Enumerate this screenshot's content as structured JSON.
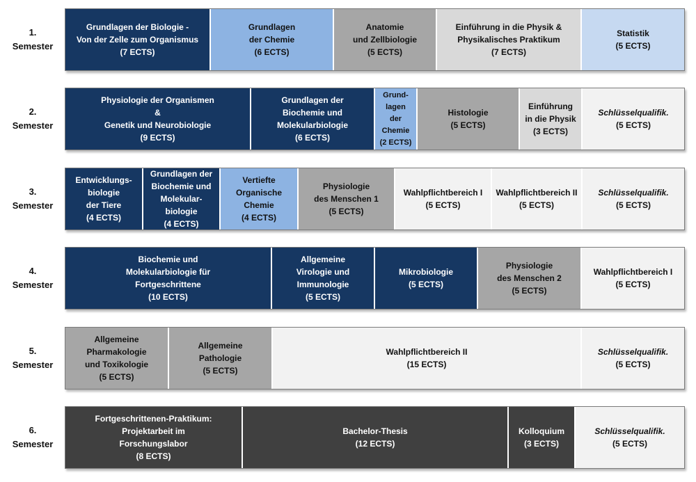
{
  "semesters": [
    {
      "label": [
        "1.",
        "Semester"
      ],
      "modules": [
        {
          "text": "Grundlagen der Biologie -\nVon der Zelle zum Organismus\n(7 ECTS)",
          "ects": 7,
          "color": "#163762"
        },
        {
          "text": "Grundlagen\nder Chemie\n(6 ECTS)",
          "ects": 6,
          "color": "#8db3e2"
        },
        {
          "text": "Anatomie\nund Zellbiologie\n(5 ECTS)",
          "ects": 5,
          "color": "#a6a6a6"
        },
        {
          "text": "Einführung in die Physik &\nPhysikalisches Praktikum\n(7 ECTS)",
          "ects": 7,
          "color": "#d9d9d9"
        },
        {
          "text": "Statistik\n(5 ECTS)",
          "ects": 5,
          "color": "#c6d9f1"
        }
      ]
    },
    {
      "label": [
        "2.",
        "Semester"
      ],
      "modules": [
        {
          "text": "Physiologie der Organismen\n&\nGenetik und Neurobiologie\n(9 ECTS)",
          "ects": 9,
          "color": "#163762"
        },
        {
          "text": "Grundlagen der\nBiochemie und\nMolekularbiologie\n(6 ECTS)",
          "ects": 6,
          "color": "#163762"
        },
        {
          "text": "Grund-\nlagen\nder\nChemie\n(2 ECTS)",
          "ects": 2,
          "color": "#8db3e2"
        },
        {
          "text": "Histologie\n(5 ECTS)",
          "ects": 5,
          "color": "#a6a6a6"
        },
        {
          "text": "Einführung\nin die Physik\n(3 ECTS)",
          "ects": 3,
          "color": "#d9d9d9"
        },
        {
          "title": "Schlüsselqualifik.",
          "ects_label": "(5 ECTS)",
          "ects": 5,
          "color": "#f2f2f2",
          "italic": true
        }
      ]
    },
    {
      "label": [
        "3.",
        "Semester"
      ],
      "modules": [
        {
          "text": "Entwicklungs-\nbiologie\nder Tiere\n(4 ECTS)",
          "ects": 4,
          "color": "#163762"
        },
        {
          "text": "Grundlagen der\nBiochemie und\nMolekular-\nbiologie\n(4 ECTS)",
          "ects": 4,
          "color": "#163762"
        },
        {
          "text": "Vertiefte\nOrganische\nChemie\n(4 ECTS)",
          "ects": 4,
          "color": "#8db3e2"
        },
        {
          "text": "Physiologie\ndes Menschen 1\n(5 ECTS)",
          "ects": 5,
          "color": "#a6a6a6"
        },
        {
          "text": "Wahlpflichtbereich I\n(5 ECTS)",
          "ects": 5,
          "color": "#f2f2f2"
        },
        {
          "text": "Wahlpflichtbereich II\n(5 ECTS)",
          "ects": 5,
          "color": "#f2f2f2"
        },
        {
          "title": "Schlüsselqualifik.",
          "ects_label": "(5 ECTS)",
          "ects": 5,
          "color": "#f2f2f2",
          "italic": true
        }
      ]
    },
    {
      "label": [
        "4.",
        "Semester"
      ],
      "modules": [
        {
          "text": "Biochemie und\nMolekularbiologie für\nFortgeschrittene\n(10 ECTS)",
          "ects": 10,
          "color": "#163762"
        },
        {
          "text": "Allgemeine\nVirologie und\nImmunologie\n(5 ECTS)",
          "ects": 5,
          "color": "#163762"
        },
        {
          "text": "Mikrobiologie\n(5 ECTS)",
          "ects": 5,
          "color": "#163762"
        },
        {
          "text": "Physiologie\ndes Menschen 2\n(5 ECTS)",
          "ects": 5,
          "color": "#a6a6a6"
        },
        {
          "text": "Wahlpflichtbereich I\n(5 ECTS)",
          "ects": 5,
          "color": "#f2f2f2"
        }
      ]
    },
    {
      "label": [
        "5.",
        "Semester"
      ],
      "modules": [
        {
          "text": "Allgemeine\nPharmakologie\nund Toxikologie\n(5 ECTS)",
          "ects": 5,
          "color": "#a6a6a6"
        },
        {
          "text": "Allgemeine\nPathologie\n(5 ECTS)",
          "ects": 5,
          "color": "#a6a6a6"
        },
        {
          "text": "Wahlpflichtbereich II\n(15 ECTS)",
          "ects": 15,
          "color": "#f2f2f2"
        },
        {
          "title": "Schlüsselqualifik.",
          "ects_label": "(5 ECTS)",
          "ects": 5,
          "color": "#f2f2f2",
          "italic": true
        }
      ]
    },
    {
      "label": [
        "6.",
        "Semester"
      ],
      "modules": [
        {
          "text": "Fortgeschrittenen-Praktikum:\nProjektarbeit im\nForschungslabor\n(8 ECTS)",
          "ects": 8,
          "color": "#404040"
        },
        {
          "text": "Bachelor-Thesis\n(12 ECTS)",
          "ects": 12,
          "color": "#404040"
        },
        {
          "text": "Kolloquium\n(3 ECTS)",
          "ects": 3,
          "color": "#404040"
        },
        {
          "title": "Schlüsselqualifik.",
          "ects_label": "(5 ECTS)",
          "ects": 5,
          "color": "#f2f2f2",
          "italic": true
        }
      ]
    }
  ]
}
